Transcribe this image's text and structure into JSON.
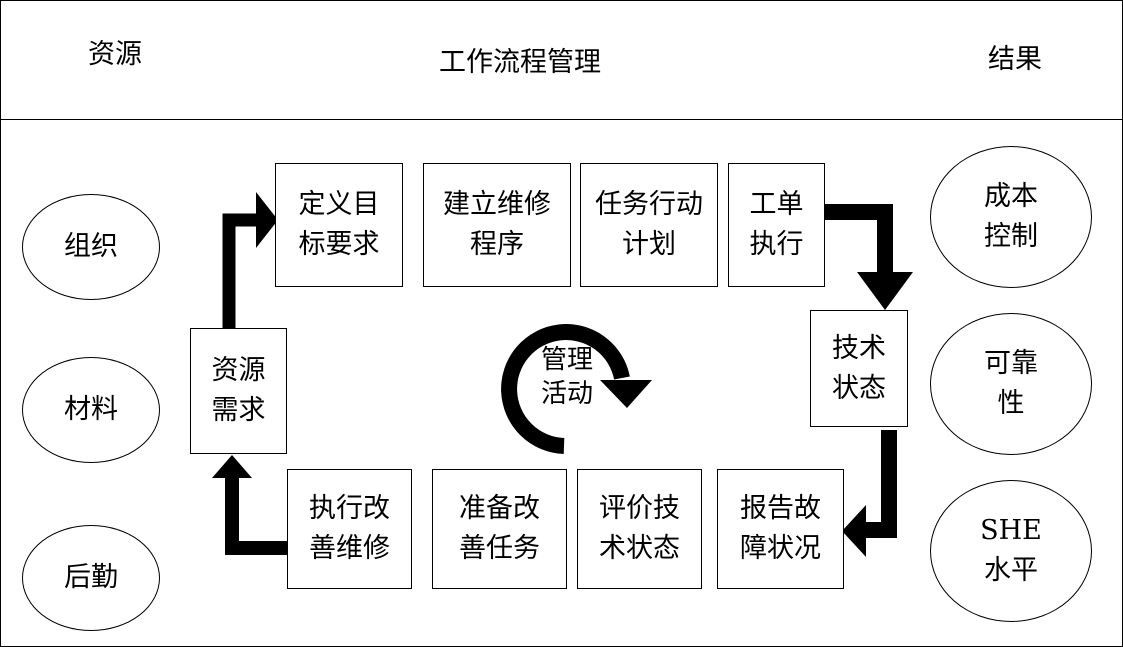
{
  "header": {
    "left": "资源",
    "center": "工作流程管理",
    "right": "结果"
  },
  "resources": [
    "组织",
    "材料",
    "后勤"
  ],
  "results": [
    {
      "line1": "成本",
      "line2": "控制"
    },
    {
      "line1": "可靠",
      "line2": "性"
    },
    {
      "line1": "SHE",
      "line2": "水平"
    }
  ],
  "process_steps": {
    "define_goals": {
      "line1": "定义目",
      "line2": "标要求"
    },
    "build_procedure": {
      "line1": "建立维修",
      "line2": "程序"
    },
    "task_plan": {
      "line1": "任务行动",
      "line2": "计划"
    },
    "work_order": {
      "line1": "工单",
      "line2": "执行"
    },
    "tech_status": {
      "line1": "技术",
      "line2": "状态"
    },
    "report_fault": {
      "line1": "报告故",
      "line2": "障状况"
    },
    "evaluate_status": {
      "line1": "评价技",
      "line2": "术状态"
    },
    "prepare_tasks": {
      "line1": "准备改",
      "line2": "善任务"
    },
    "execute_improve": {
      "line1": "执行改",
      "line2": "善维修"
    },
    "resource_demand": {
      "line1": "资源",
      "line2": "需求"
    }
  },
  "cycle": {
    "line1": "管理",
    "line2": "活动"
  }
}
